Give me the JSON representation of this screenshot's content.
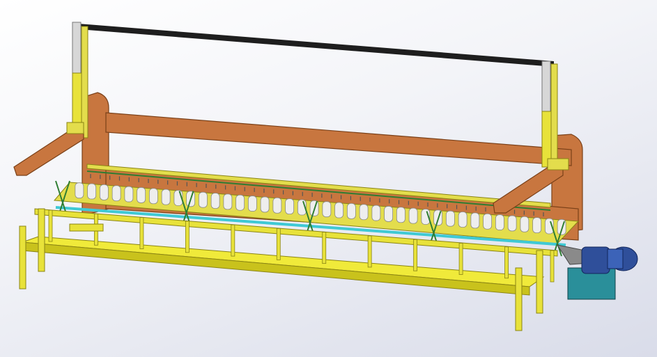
{
  "colors": {
    "background_light": "#ffffff",
    "background_dark": "#d9dce9",
    "frame_panel": "#c8763f",
    "frame_panel_dark": "#9a5428",
    "table_yellow": "#e8e23a",
    "table_yellow_dark": "#a8a018",
    "shaft_cyan": "#3fc9d4",
    "gearbox_teal": "#2a8f9a",
    "motor_blue": "#2f4f9a",
    "rail_black": "#1e1e1e",
    "roller_white": "#eeeeee",
    "strut_green": "#2e7d32",
    "post_grey": "#d7d7d7"
  },
  "scene": {
    "description_icon": "roller-conveyor-machine-icon",
    "roller_sections": 4,
    "rollers_per_section": 10,
    "lift_posts": 2
  }
}
